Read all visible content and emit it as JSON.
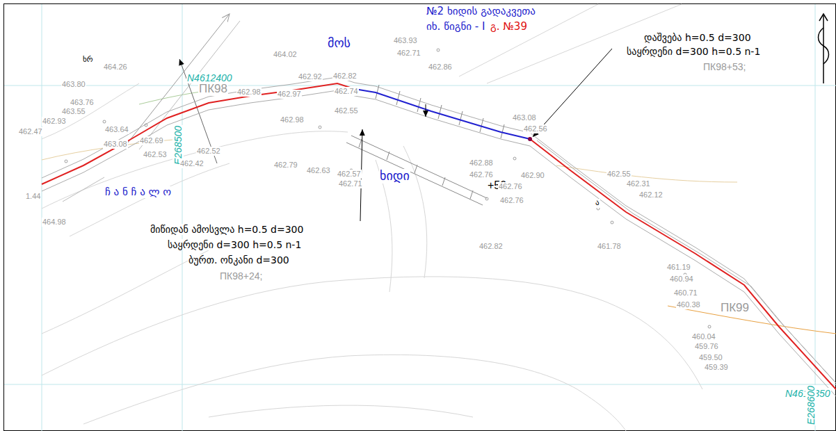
{
  "diagram": {
    "labels": [
      "№2 ხიდის გადაკვეთა",
      "იხ. წიგნი - I",
      "გ. №39",
      "დაშვება h=0.5 d=300",
      "საყრდენი d=300 h=0.5 n-1",
      "ПК98+53;",
      "მოს",
      "ხიდი",
      "+50",
      "ჩ ა ნ ჩ ა ლ ო",
      "მიწიდან ამოსვლა h=0.5 d=300",
      "საყრდენი d=300 h=0.5 n-1",
      "ბურთ. ონკანი d=300",
      "ПК98+24;",
      "ПК98",
      "ПК99",
      "N4612400",
      "E268500",
      "N4612350",
      "E268600",
      "ხრ",
      "ა",
      "464.26",
      "463.80",
      "463.76",
      "463.55",
      "462.93",
      "464.02",
      "463.93",
      "462.71",
      "462.86",
      "462.92",
      "462.82",
      "462.98",
      "462.97",
      "462.74",
      "462.55",
      "462.98",
      "463.64",
      "463.08",
      "462.47",
      "462.69",
      "462.53",
      "462.52",
      "462.42",
      "462.79",
      "462.63",
      "462.57",
      "462.71",
      "463.08",
      "462.56",
      "462.88",
      "462.76",
      "462.90",
      "462.76",
      "462.76",
      "462.55",
      "462.31",
      "462.12",
      "462.82",
      "461.78",
      "461.19",
      "460.94",
      "460.71",
      "460.38",
      "460.04",
      "459.76",
      "459.50",
      "459.39",
      "1.44",
      "464.98"
    ]
  }
}
